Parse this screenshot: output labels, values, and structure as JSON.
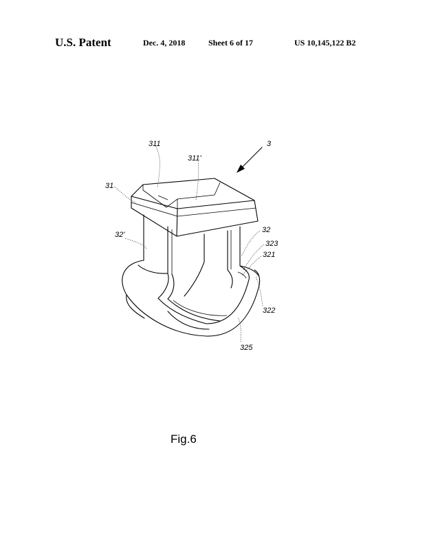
{
  "header": {
    "patent_label": "U.S. Patent",
    "date": "Dec. 4, 2018",
    "sheet": "Sheet 6 of 17",
    "patent_number": "US 10,145,122 B2"
  },
  "drawing": {
    "figure_label": "Fig.6",
    "references": {
      "r3": "3",
      "r311": "311",
      "r311p": "311'",
      "r31": "31",
      "r32p": "32'",
      "r32": "32",
      "r323": "323",
      "r321": "321",
      "r322": "322",
      "r325": "325"
    }
  }
}
